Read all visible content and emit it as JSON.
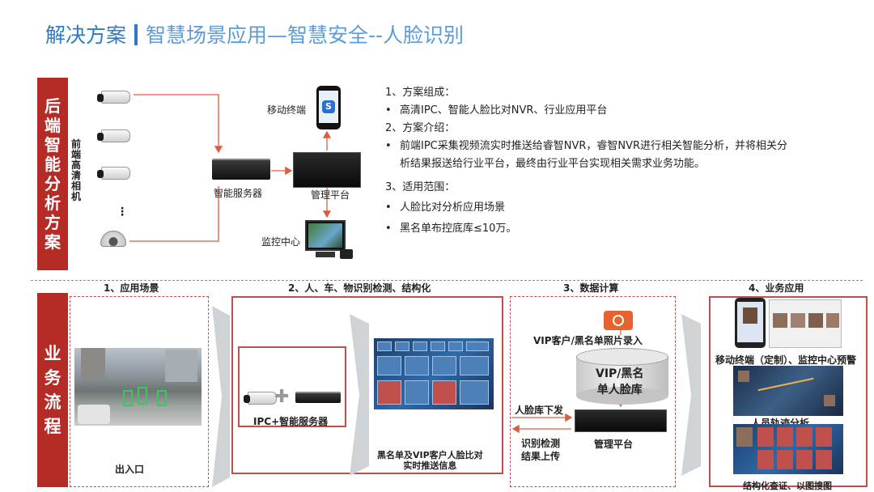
{
  "title": {
    "main": "解决方案",
    "sub": "智慧场景应用—智慧安全--人脸识别"
  },
  "top_banner": [
    "后",
    "端",
    "智",
    "能",
    "分",
    "析",
    "方",
    "案"
  ],
  "bottom_banner": [
    "业",
    "务",
    "流",
    "程"
  ],
  "front_cam_label": [
    "前",
    "端",
    "高",
    "清",
    "相",
    "机"
  ],
  "top_diagram": {
    "ellipsis": "⋮",
    "server_label": "智能服务器",
    "platform_label": "管理平台",
    "mobile_label": "移动终端",
    "monitor_label": "监控中心"
  },
  "text_panel": {
    "h1": "1、方案组成：",
    "b1": "高清IPC、智能人脸比对NVR、行业应用平台",
    "h2": "2、方案介绍：",
    "b2_line1": "前端IPC采集视频流实时推送给睿智NVR，睿智NVR进行相关智能分析，并将相关分",
    "b2_line2": "析结果报送给行业平台，最终由行业平台实现相关需求业务功能。",
    "h3": "3、适用范围：",
    "b3": "人脸比对分析应用场景",
    "b4": "黑名单布控底库≤10万。"
  },
  "steps": {
    "s1": "1、应用场景",
    "s2": "2、人、车、物识别检测、结构化",
    "s3": "3、数据计算",
    "s4": "4、业务应用"
  },
  "stage1": {
    "caption": "出入口"
  },
  "stage2": {
    "ipc_label": "IPC+智能服务器",
    "plus": "✚",
    "screen_caption_1": "黑名单及VIP客户人脸比对",
    "screen_caption_2": "实时推送信息"
  },
  "stage3": {
    "enroll_label": "VIP客户/黑名单照片录入",
    "db_label_1": "VIP/黑名",
    "db_label_2": "单人脸库",
    "down_label": "人脸库下发",
    "up_label_1": "识别检测",
    "up_label_2": "结果上传",
    "platform_label": "管理平台"
  },
  "stage4": {
    "label1": "移动终端（定制）、监控中心预警",
    "label2": "人员轨迹分析",
    "label3": "结构化查证、以图搜图"
  },
  "colors": {
    "accent": "#2b7bc8",
    "banner": "#b52c27",
    "arrow": "#d9603c"
  }
}
